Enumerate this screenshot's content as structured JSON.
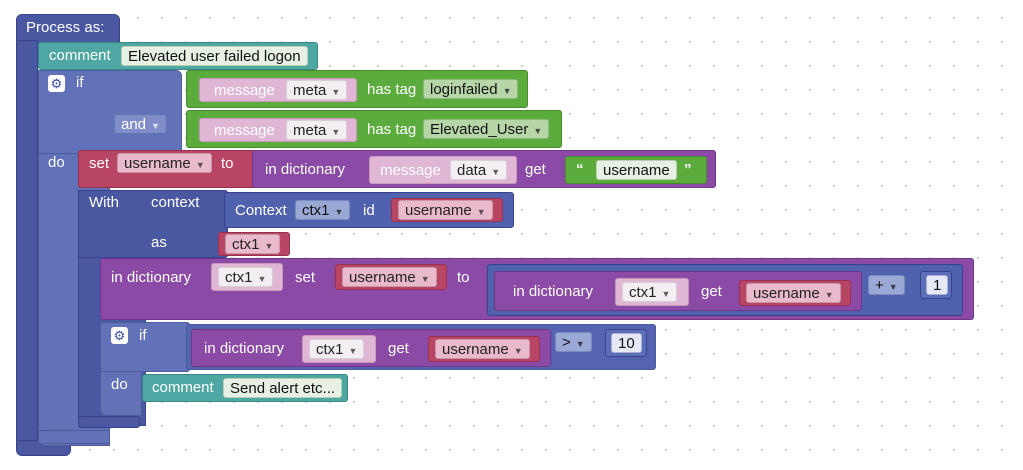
{
  "process_label": "Process as:",
  "comment1": {
    "keyword": "comment",
    "text": "Elevated user failed logon"
  },
  "if1": {
    "keyword": "if",
    "do_keyword": "do",
    "and_op": "and",
    "cond1": {
      "message_label": "message",
      "field": "meta",
      "has_tag": "has tag",
      "tag": "loginfailed"
    },
    "cond2": {
      "message_label": "message",
      "field": "meta",
      "has_tag": "has tag",
      "tag": "Elevated_User"
    }
  },
  "set1": {
    "set_label": "set",
    "var": "username",
    "to_label": "to",
    "in_dict": "in dictionary",
    "message_label": "message",
    "field": "data",
    "get_label": "get",
    "key": "username",
    "open_quote": "“",
    "close_quote": "”"
  },
  "with1": {
    "with_label": "With",
    "context_label": "context",
    "context_type": "Context",
    "context_name": "ctx1",
    "id_label": "id",
    "id_var": "username",
    "as_label": "as",
    "as_var": "ctx1"
  },
  "dictset": {
    "in_dict": "in dictionary",
    "dict_var": "ctx1",
    "set_label": "set",
    "key_var": "username",
    "to_label": "to",
    "inner_in_dict": "in dictionary",
    "inner_dict_var": "ctx1",
    "get_label": "get",
    "inner_key": "username",
    "op": "+",
    "num": "1"
  },
  "if2": {
    "keyword": "if",
    "do_keyword": "do",
    "in_dict": "in dictionary",
    "dict_var": "ctx1",
    "get_label": "get",
    "key_var": "username",
    "op": ">",
    "num": "10"
  },
  "comment2": {
    "keyword": "comment",
    "text": "Send alert etc..."
  },
  "icons": {
    "dropdown": "triangle-down",
    "mutator": "gear-icon"
  }
}
